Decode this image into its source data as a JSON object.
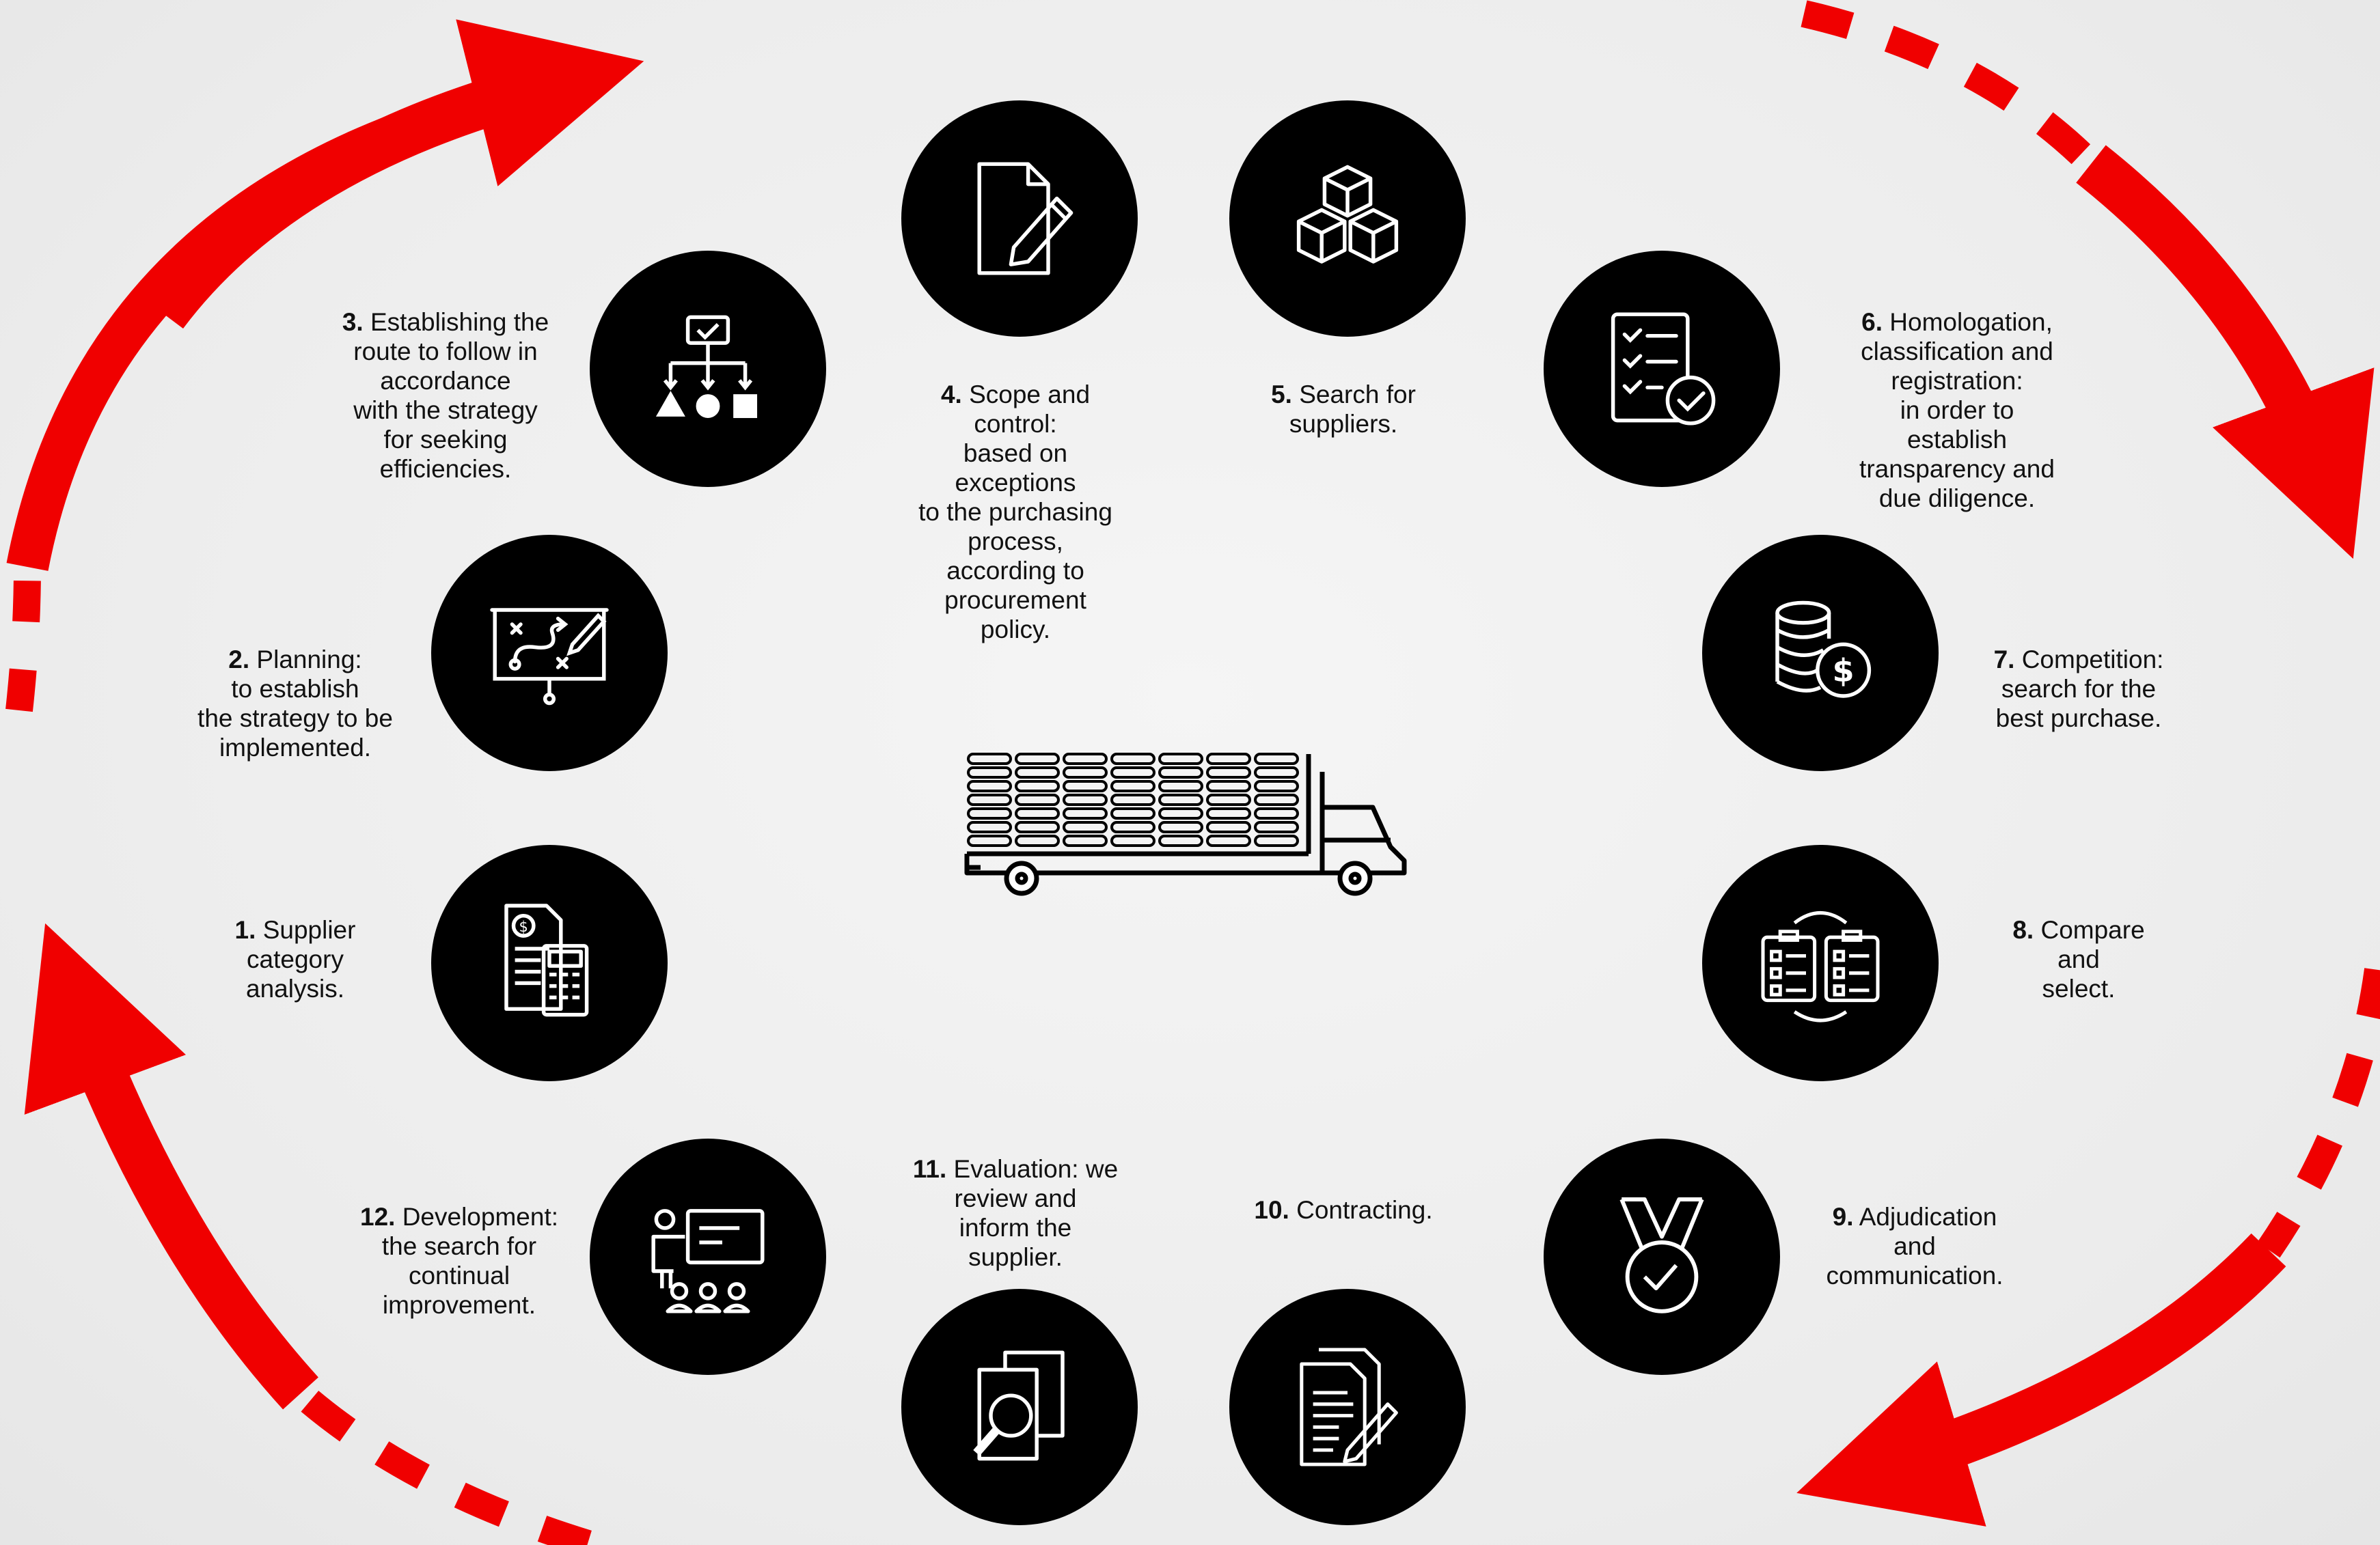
{
  "colors": {
    "background": "#efefef",
    "accent": "#f00000",
    "circle": "#000000",
    "icon": "#ffffff"
  },
  "center": {
    "icon": "flatbed-truck-icon"
  },
  "steps": [
    {
      "num": "1.",
      "text": "Supplier\ncategory\nanalysis.",
      "icon": "invoice-calculator-icon"
    },
    {
      "num": "2.",
      "text": "Planning:\nto establish\nthe strategy to be\nimplemented.",
      "icon": "strategy-board-icon"
    },
    {
      "num": "3.",
      "text": "Establishing the\nroute to follow in\naccordance\nwith the strategy\nfor seeking\nefficiencies.",
      "icon": "flowchart-icon"
    },
    {
      "num": "4.",
      "text": "Scope and\ncontrol:\nbased on\nexceptions\nto the purchasing\nprocess,\naccording to\nprocurement\npolicy.",
      "icon": "document-pencil-icon"
    },
    {
      "num": "5.",
      "text": "Search for\nsuppliers.",
      "icon": "boxes-icon"
    },
    {
      "num": "6.",
      "text": "Homologation,\nclassification and\nregistration:\nin order to\nestablish\ntransparency and\ndue diligence.",
      "icon": "checklist-icon"
    },
    {
      "num": "7.",
      "text": "Competition:\nsearch for the\nbest purchase.",
      "icon": "coins-dollar-icon"
    },
    {
      "num": "8.",
      "text": "Compare\nand\nselect.",
      "icon": "compare-clipboards-icon"
    },
    {
      "num": "9.",
      "text": "Adjudication\nand\ncommunication.",
      "icon": "medal-icon"
    },
    {
      "num": "10.",
      "text": "Contracting.",
      "icon": "contract-sign-icon"
    },
    {
      "num": "11.",
      "text": "Evaluation: we\nreview and\ninform the\nsupplier.",
      "icon": "document-search-icon"
    },
    {
      "num": "12.",
      "text": "Development:\nthe search for\ncontinual\nimprovement.",
      "icon": "presentation-icon"
    }
  ]
}
